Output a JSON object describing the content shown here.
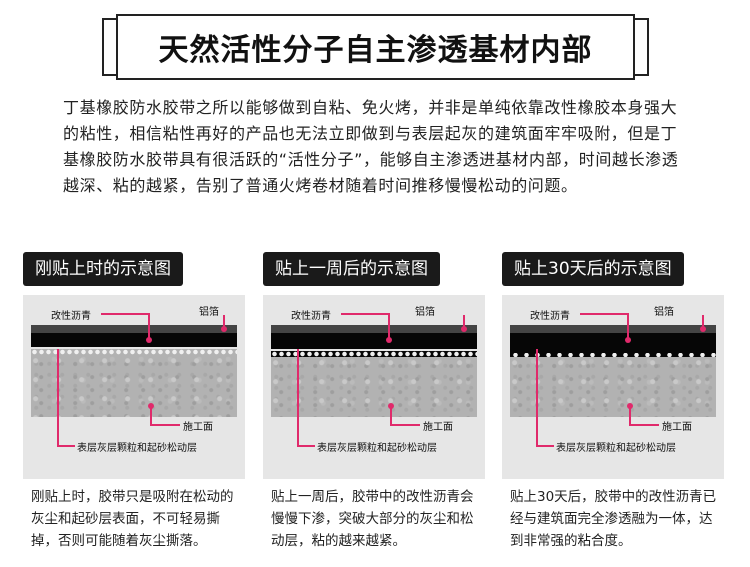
{
  "title": "天然活性分子自主渗透基材内部",
  "intro": "丁基橡胶防水胶带之所以能够做到自粘、免火烤，并非是单纯依靠改性橡胶本身强大的粘性，相信粘性再好的产品也无法立即做到与表层起灰的建筑面牢牢吸附，但是丁基橡胶防水胶带具有很活跃的“活性分子”，能够自主渗透进基材内部，时间越长渗透越深、粘的越紧，告别了普通火烤卷材随着时间推移慢慢松动的问题。",
  "panels": [
    {
      "heading": "刚贴上时的示意图",
      "labels": {
        "asphalt": "改性沥青",
        "foil": "铝箔",
        "surface": "施工面",
        "dust": "表层灰层颗粒和起砂松动层"
      },
      "caption": "刚贴上时，胶带只是吸附在松动的灰尘和起砂层表面，不可轻易撕掉，否则可能随着灰尘撕落。"
    },
    {
      "heading": "贴上一周后的示意图",
      "labels": {
        "asphalt": "改性沥青",
        "foil": "铝箔",
        "surface": "施工面",
        "dust": "表层灰层颗粒和起砂松动层"
      },
      "caption": "贴上一周后，胶带中的改性沥青会慢慢下渗，突破大部分的灰尘和松动层，粘的越来越紧。"
    },
    {
      "heading": "贴上30天后的示意图",
      "labels": {
        "asphalt": "改性沥青",
        "foil": "铝箔",
        "surface": "施工面",
        "dust": "表层灰层颗粒和起砂松动层"
      },
      "caption": "贴上30天后，胶带中的改性沥青已经与建筑面完全渗透融为一体，达到非常强的粘合度。"
    }
  ],
  "colors": {
    "accent": "#e02a6b",
    "heading_bg": "#1a1a1a",
    "diagram_bg": "#e6e6e6"
  }
}
